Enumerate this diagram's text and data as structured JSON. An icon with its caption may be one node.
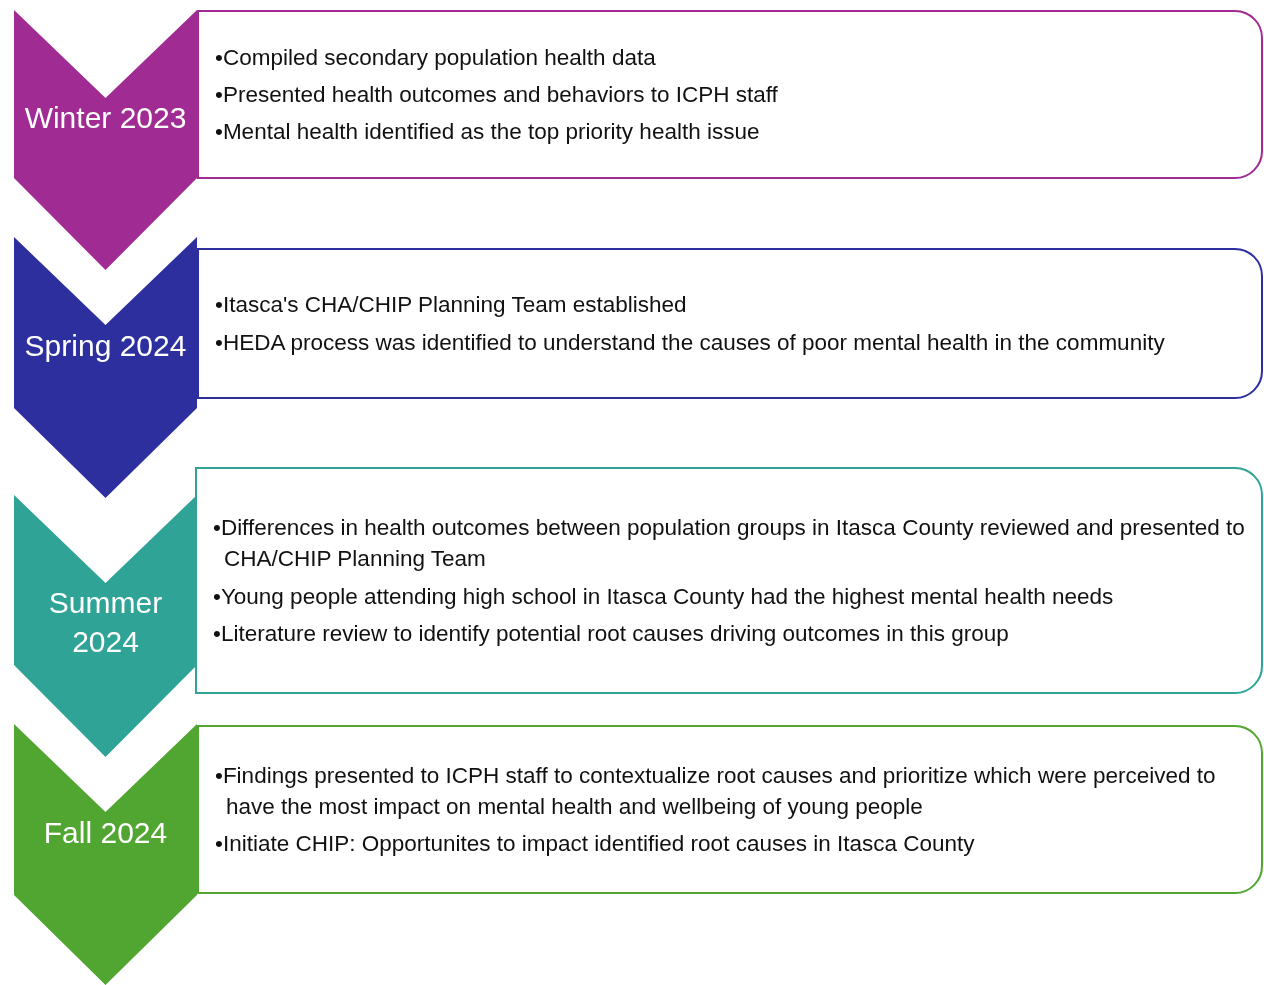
{
  "diagram": {
    "nodes": [
      {
        "text": [
          "Winter 2023"
        ]
      },
      {
        "text": [
          "•Compiled secondary population health data",
          "•Presented health outcomes and behaviors to ICPH staff",
          "•Mental health identified as the top priority health issue"
        ]
      },
      {
        "text": [
          "Spring 2024"
        ]
      },
      {
        "text": [
          "•Itasca's CHA/CHIP Planning Team established",
          "•HEDA process was identified to understand the causes of poor mental health in the community"
        ]
      },
      {
        "text": [
          "Summer 2024"
        ]
      },
      {
        "text": [
          "•Differences in health outcomes between population groups in Itasca County reviewed and presented to CHA/CHIP Planning Team",
          "•Young people attending high school in Itasca County had the highest mental health needs",
          "•Literature review to identify potential root causes driving outcomes in this group"
        ]
      },
      {
        "text": [
          "Fall 2024"
        ]
      },
      {
        "text": [
          "•Findings presented to ICPH staff to contextualize root causes and prioritize which were perceived to have the most impact on mental health and wellbeing of young people",
          "•Initiate CHIP: Opportunites to impact identified root causes in Itasca County"
        ]
      }
    ],
    "edges": []
  }
}
